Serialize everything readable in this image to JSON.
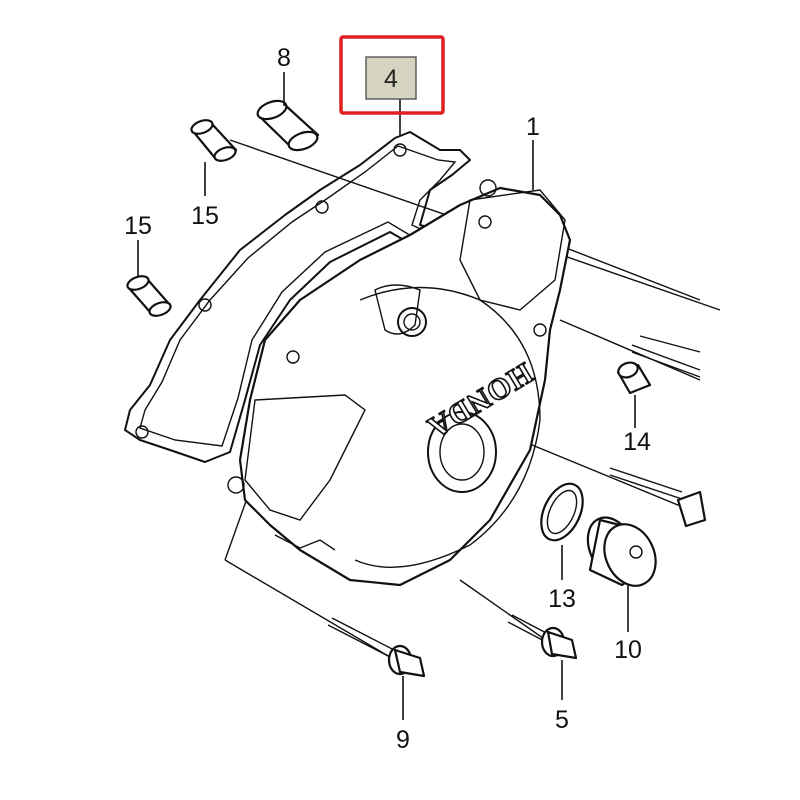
{
  "diagram": {
    "brand_text": "HONDA",
    "highlighted_callout": "4",
    "highlight_color": "#e02020",
    "highlight_fill": "#d4d4c0",
    "callouts": {
      "c1": "1",
      "c4": "4",
      "c5": "5",
      "c8": "8",
      "c9": "9",
      "c10": "10",
      "c13": "13",
      "c14": "14",
      "c15a": "15",
      "c15b": "15"
    }
  }
}
